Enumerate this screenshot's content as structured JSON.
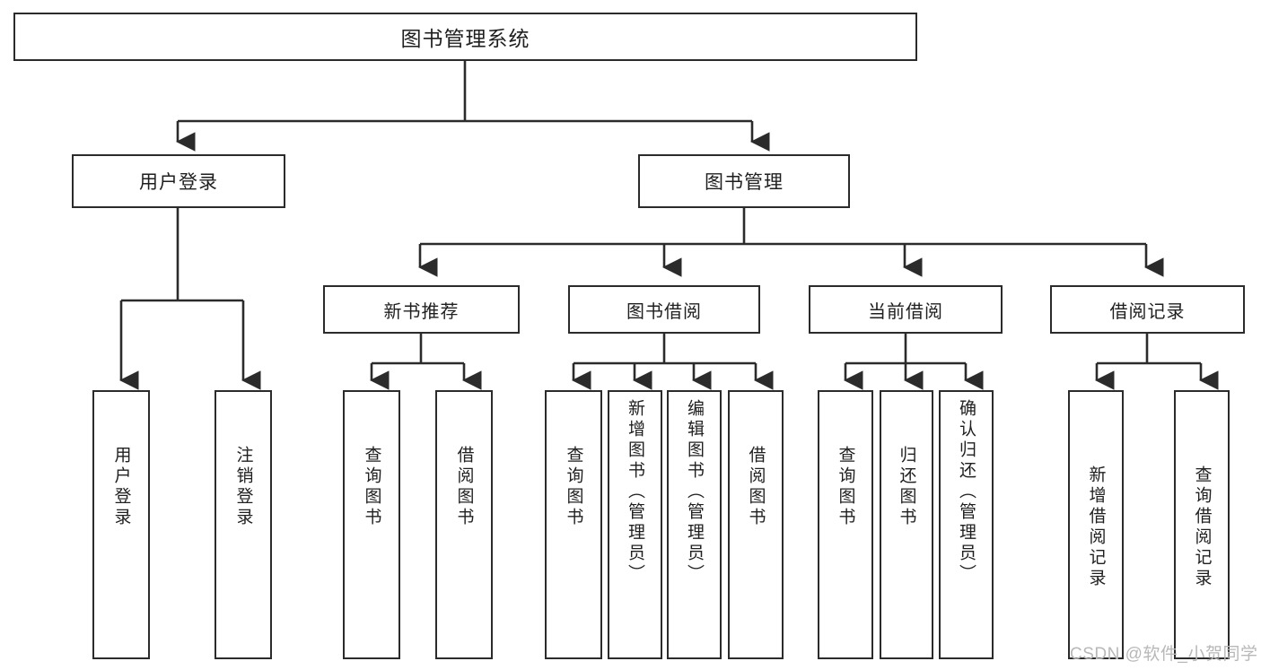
{
  "diagram": {
    "type": "tree",
    "title": "图书管理系统",
    "root": {
      "id": "root",
      "label": "图书管理系统"
    },
    "level2": [
      {
        "id": "user-login",
        "label": "用户登录"
      },
      {
        "id": "book-manage",
        "label": "图书管理"
      }
    ],
    "level3": [
      {
        "id": "new-book-rec",
        "label": "新书推荐",
        "parent": "book-manage"
      },
      {
        "id": "book-borrow",
        "label": "图书借阅",
        "parent": "book-manage"
      },
      {
        "id": "current-borrow",
        "label": "当前借阅",
        "parent": "book-manage"
      },
      {
        "id": "borrow-record",
        "label": "借阅记录",
        "parent": "book-manage"
      }
    ],
    "leaves": [
      {
        "id": "leaf-user-login",
        "label": "用户登录",
        "parent": "user-login"
      },
      {
        "id": "leaf-logout",
        "label": "注销登录",
        "parent": "user-login"
      },
      {
        "id": "leaf-query-book-1",
        "label": "查询图书",
        "parent": "new-book-rec"
      },
      {
        "id": "leaf-borrow-book-1",
        "label": "借阅图书",
        "parent": "new-book-rec"
      },
      {
        "id": "leaf-query-book-2",
        "label": "查询图书",
        "parent": "book-borrow"
      },
      {
        "id": "leaf-add-book",
        "label": "新增图书（管理员）",
        "parent": "book-borrow"
      },
      {
        "id": "leaf-edit-book",
        "label": "编辑图书（管理员）",
        "parent": "book-borrow"
      },
      {
        "id": "leaf-borrow-book-2",
        "label": "借阅图书",
        "parent": "book-borrow"
      },
      {
        "id": "leaf-query-book-3",
        "label": "查询图书",
        "parent": "current-borrow"
      },
      {
        "id": "leaf-return-book",
        "label": "归还图书",
        "parent": "current-borrow"
      },
      {
        "id": "leaf-confirm-return",
        "label": "确认归还（管理员）",
        "parent": "current-borrow"
      },
      {
        "id": "leaf-add-record",
        "label": "新增借阅记录",
        "parent": "borrow-record"
      },
      {
        "id": "leaf-query-record",
        "label": "查询借阅记录",
        "parent": "borrow-record"
      }
    ],
    "colors": {
      "box_border": "#2b2b2b",
      "box_fill": "#ffffff",
      "connector": "#2b2b2b",
      "text": "#1f1f1f",
      "watermark": "#b8b8b8"
    }
  },
  "watermark": {
    "text": "CSDN @软件_小贺同学"
  }
}
